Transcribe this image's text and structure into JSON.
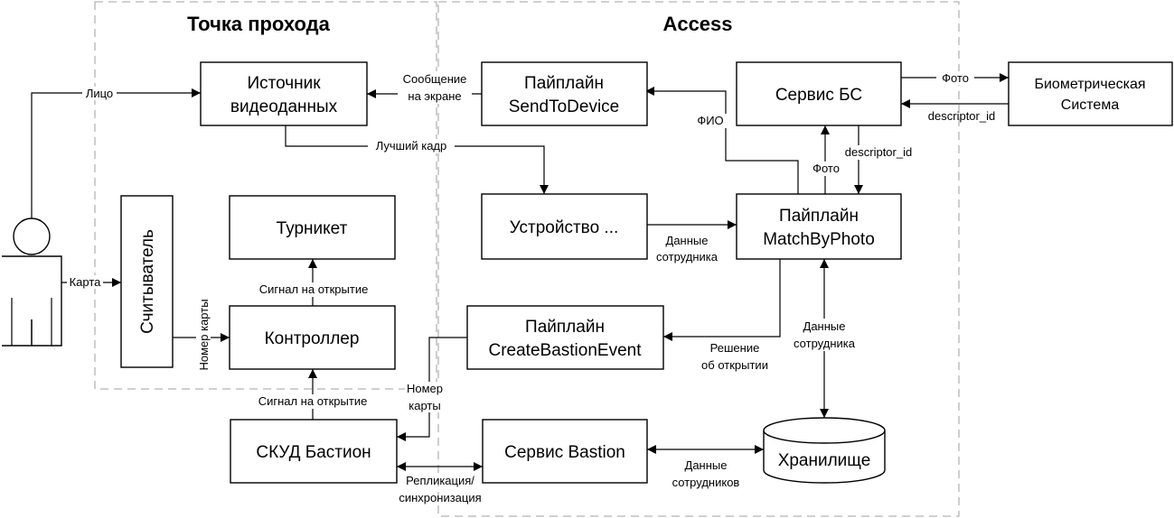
{
  "zones": {
    "entry_point": "Точка прохода",
    "access": "Access"
  },
  "boxes": {
    "video_source": [
      "Источник",
      "видеоданных"
    ],
    "turnstile": "Турникет",
    "reader": "Считыватель",
    "controller": "Контроллер",
    "skud_bastion": "СКУД Бастион",
    "pipeline_send": [
      "Пайплайн",
      "SendToDevice"
    ],
    "device": "Устройство ...",
    "pipeline_create": [
      "Пайплайн",
      "CreateBastionEvent"
    ],
    "bastion_service": "Сервис Bastion",
    "bs_service": "Сервис БС",
    "pipeline_match": [
      "Пайплайн",
      "MatchByPhoto"
    ],
    "storage": "Хранилище",
    "biometric_system": [
      "Биометрическая",
      "Система"
    ]
  },
  "labels": {
    "face": "Лицо",
    "card": "Карта",
    "screen_message": [
      "Сообщение",
      "на экране"
    ],
    "best_frame": "Лучший кадр",
    "card_number_vertical": "Номер карты",
    "open_signal_top": "Сигнал на открытие",
    "open_signal_bottom": "Сигнал на открытие",
    "card_number": [
      "Номер",
      "карты"
    ],
    "replication": [
      "Репликация/",
      "синхронизация"
    ],
    "fio": "ФИО",
    "photo_up": "Фото",
    "descriptor_down": "descriptor_id",
    "photo_right": "Фото",
    "descriptor_left": "descriptor_id",
    "employee_data_device": [
      "Данные",
      "сотрудника"
    ],
    "open_decision": [
      "Решение",
      "об открытии"
    ],
    "employee_data_storage": [
      "Данные",
      "сотрудника"
    ],
    "employees_data": [
      "Данные",
      "сотрудников"
    ]
  }
}
